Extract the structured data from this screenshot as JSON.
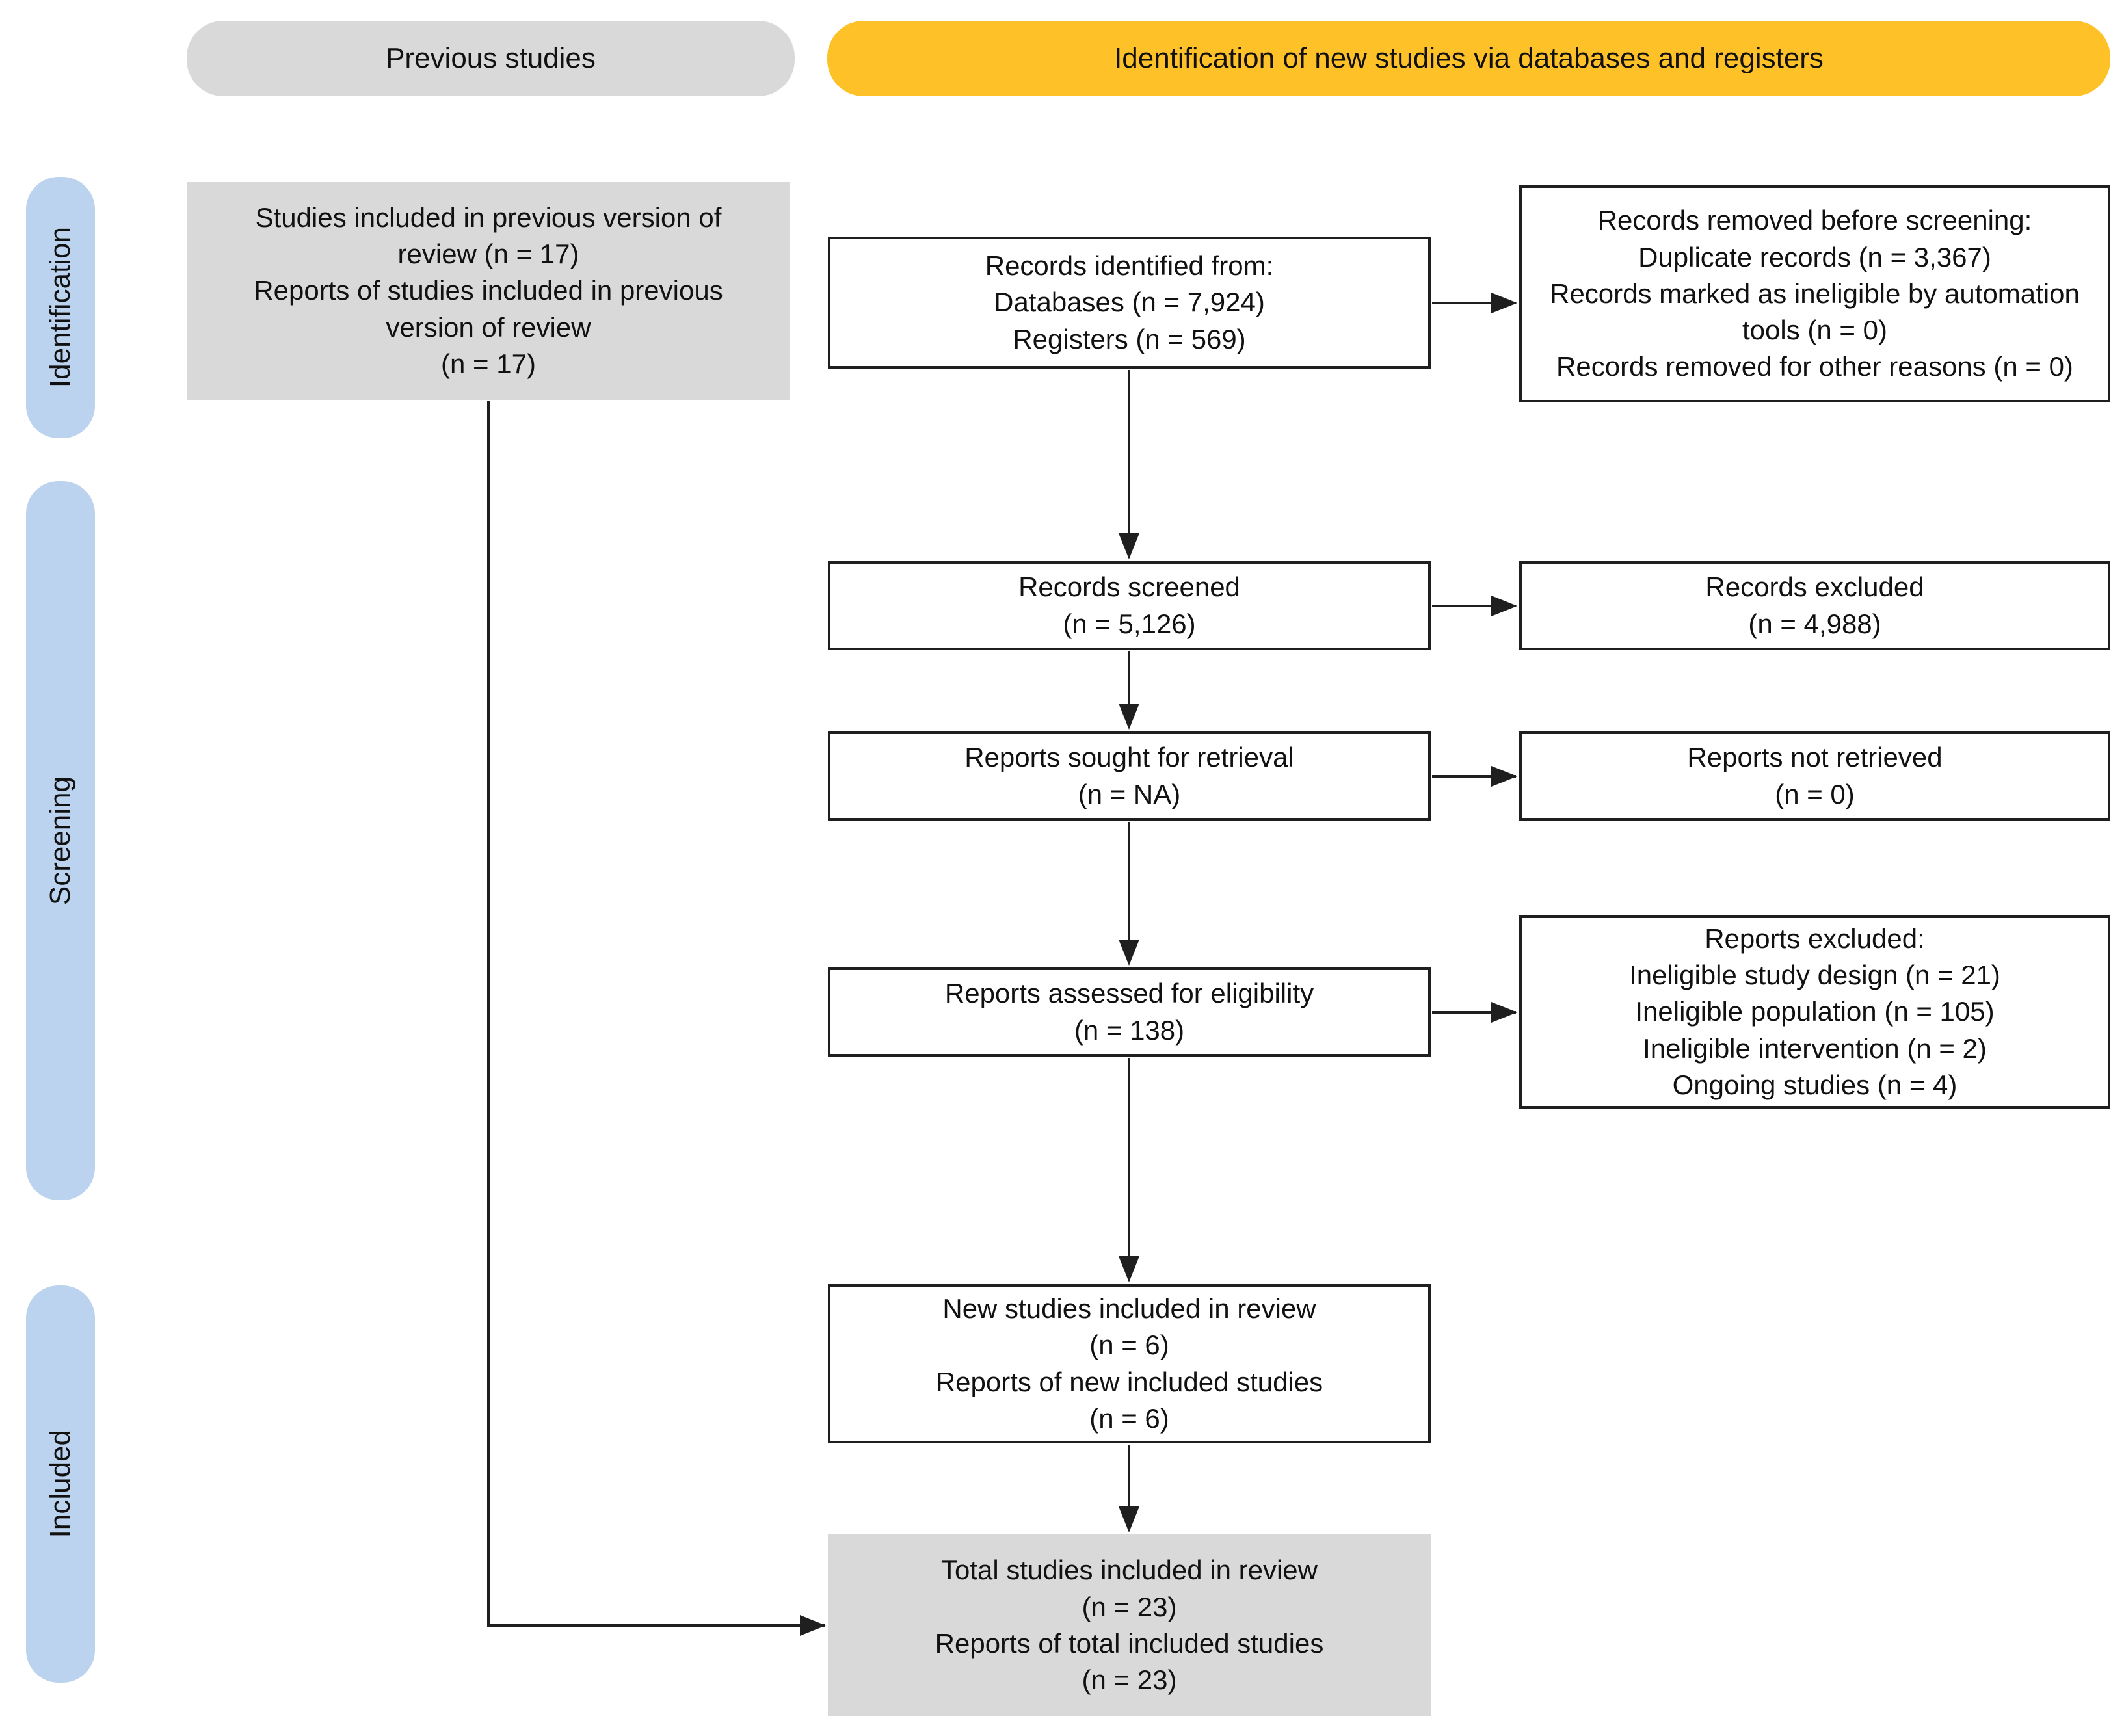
{
  "headers": {
    "previous": "Previous studies",
    "identification": "Identification of new studies via databases and registers"
  },
  "stages": {
    "identification": "Identification",
    "screening": "Screening",
    "included": "Included"
  },
  "boxes": {
    "previous_studies": "Studies included in previous version of\nreview (n = 17)\nReports of studies included in previous\nversion of review\n(n = 17)",
    "records_identified": "Records identified from:\nDatabases (n = 7,924)\nRegisters (n = 569)",
    "records_removed": "Records removed before screening:\nDuplicate records (n = 3,367)\nRecords marked as ineligible by automation\ntools (n = 0)\nRecords removed for other reasons (n = 0)",
    "records_screened": "Records screened\n(n = 5,126)",
    "records_excluded": "Records excluded\n(n = 4,988)",
    "reports_sought": "Reports sought for retrieval\n(n = NA)",
    "reports_not_retrieved": "Reports not retrieved\n(n = 0)",
    "reports_assessed": "Reports assessed for eligibility\n(n = 138)",
    "reports_excluded": "Reports excluded:\nIneligible study design (n = 21)\nIneligible population (n = 105)\nIneligible intervention (n = 2)\nOngoing studies (n = 4)",
    "new_studies": "New studies included in review\n(n = 6)\nReports of new included studies\n(n = 6)",
    "total_studies": "Total studies included in review\n(n = 23)\nReports of total included studies\n(n = 23)"
  },
  "colors": {
    "header_yellow": "#FFC128",
    "header_gray": "#D9D9D9",
    "stage_blue": "#BBD3EE",
    "box_gray": "#D9D9D9",
    "border": "#1F1F1F",
    "text": "#111111"
  }
}
